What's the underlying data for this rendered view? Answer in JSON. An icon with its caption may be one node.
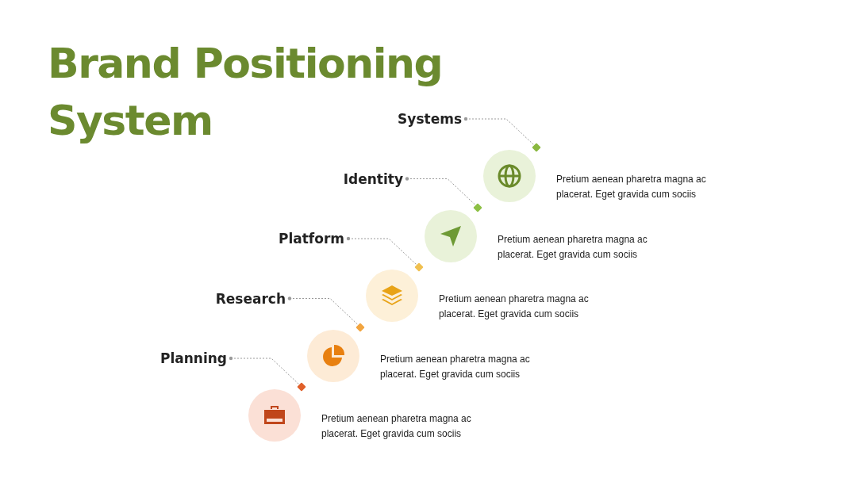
{
  "diagram": {
    "title": "Brand Positioning System",
    "nodes": [
      {
        "text": [
          "Systems"
        ]
      },
      {
        "text": [],
        "shape": "diamond"
      },
      {
        "text": [],
        "shape": "circle",
        "beside": [
          "Pretium aenean pharetra magna ac placerat. Eget gravida cum sociis"
        ]
      },
      {
        "text": [
          "Identity"
        ]
      },
      {
        "text": [],
        "shape": "diamond"
      },
      {
        "text": [],
        "shape": "circle",
        "beside": [
          "Pretium aenean pharetra magna ac placerat. Eget gravida cum sociis"
        ]
      },
      {
        "text": [
          "Platform"
        ]
      },
      {
        "text": [],
        "shape": "diamond"
      },
      {
        "text": [],
        "shape": "circle",
        "beside": [
          "Pretium aenean pharetra magna ac placerat. Eget gravida cum sociis"
        ]
      },
      {
        "text": [
          "Research"
        ]
      },
      {
        "text": [],
        "shape": "diamond"
      },
      {
        "text": [],
        "shape": "circle",
        "beside": [
          "Pretium aenean pharetra magna ac placerat. Eget gravida cum sociis"
        ]
      },
      {
        "text": [
          "Planning"
        ]
      },
      {
        "text": [],
        "shape": "diamond"
      },
      {
        "text": [],
        "shape": "circle",
        "beside": [
          "Pretium aenean pharetra magna ac placerat. Eget gravida cum sociis"
        ]
      }
    ],
    "edges": [
      {
        "from": 0,
        "to": 1,
        "arrow": "other",
        "style": "dashed"
      },
      {
        "from": 3,
        "to": 4,
        "arrow": "other",
        "style": "dashed"
      },
      {
        "from": 6,
        "to": 7,
        "arrow": "other",
        "style": "dashed"
      },
      {
        "from": 9,
        "to": 10,
        "arrow": "other",
        "style": "dashed"
      },
      {
        "from": 12,
        "to": 13,
        "arrow": "other",
        "style": "dashed"
      }
    ]
  }
}
